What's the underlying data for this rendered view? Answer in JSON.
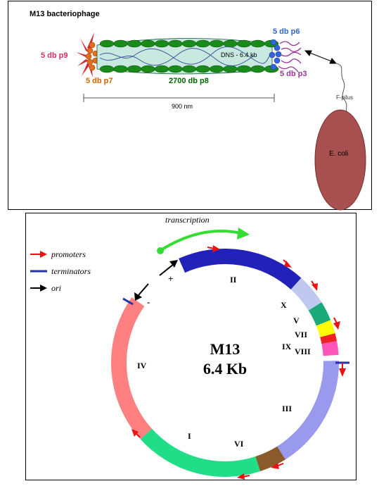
{
  "phage": {
    "title": "M13 bacteriophage",
    "labels": {
      "p9": "5 db p9",
      "p7": "5 db p7",
      "p8": "2700 db p8",
      "p6": "5 db p6",
      "p3": "5 db p3",
      "dna": "DNS - 6.4 kb",
      "length": "900 nm",
      "pilus": "F-pilus",
      "ecoli": "E. coli"
    },
    "colors": {
      "p9": "#cc3366",
      "p7": "#cc6600",
      "p8": "#006600",
      "p6": "#3366cc",
      "p3": "#993399",
      "capsid": "#1a8a1a",
      "ecoli": "#a85050"
    }
  },
  "genome": {
    "transcription_label": "transcription",
    "legend": [
      {
        "label": "promoters",
        "icon": "red-arrow-icon",
        "color": "#ee1111"
      },
      {
        "label": "terminators",
        "icon": "blue-bar-icon",
        "color": "#2233aa"
      },
      {
        "label": "ori",
        "icon": "black-arrow-icon",
        "color": "#000000"
      }
    ],
    "center_title": "M13",
    "center_size": "6.4 Kb",
    "plus": "+",
    "minus": "-",
    "genes": [
      {
        "name": "II",
        "color": "#2222bb"
      },
      {
        "name": "X",
        "color": "#c0c8f0"
      },
      {
        "name": "V",
        "color": "#1aaa7a"
      },
      {
        "name": "VII",
        "color": "#ffff00"
      },
      {
        "name": "IX",
        "color": "#ee2222"
      },
      {
        "name": "VIII",
        "color": "#ff55bb"
      },
      {
        "name": "III",
        "color": "#9999ee"
      },
      {
        "name": "VI",
        "color": "#8b5a2b"
      },
      {
        "name": "I",
        "color": "#22dd88"
      },
      {
        "name": "IV",
        "color": "#ff8080"
      }
    ]
  }
}
